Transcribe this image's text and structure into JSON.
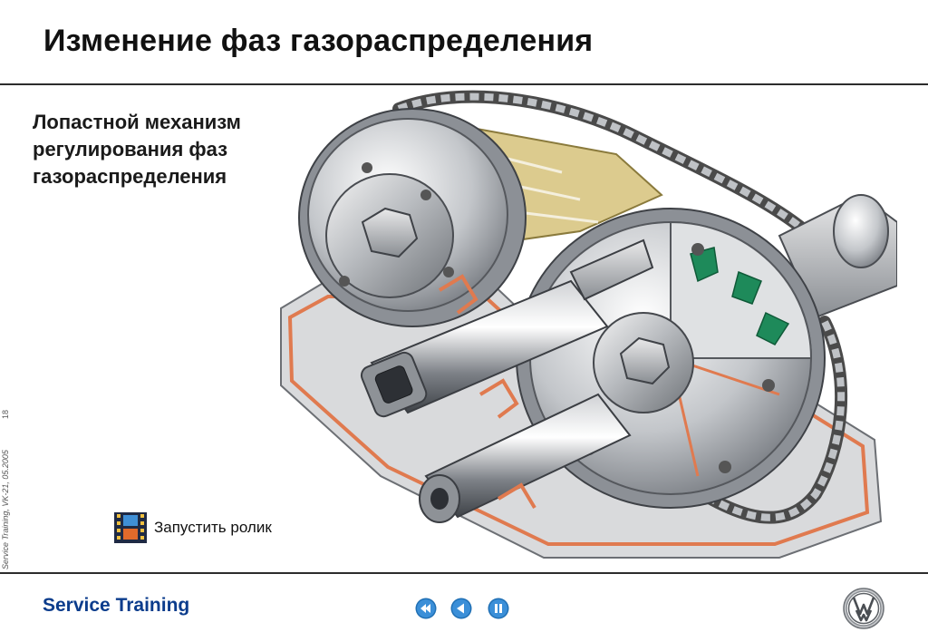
{
  "header": {
    "title": "Изменение фаз газораспределения"
  },
  "content": {
    "subtitle": "Лопастной механизм регулирования фаз газораспределения",
    "video_link_label": "Запустить ролик"
  },
  "side_meta": {
    "page_number": "18",
    "reference": "Service Training, VK-21, 05.2005"
  },
  "footer": {
    "brand": "Service Training"
  },
  "icons": {
    "film": "film-reel-icon",
    "rewind": "rewind-icon",
    "back": "back-arrow-icon",
    "pause": "pause-icon",
    "logo": "vw-logo-icon"
  },
  "colors": {
    "brand_blue": "#0b3c8c",
    "nav_blue": "#1f6fb4",
    "vane_green": "#1e8a5a",
    "chain_guide_yellow": "#d6c27a",
    "cut_orange": "#e07a4f"
  }
}
